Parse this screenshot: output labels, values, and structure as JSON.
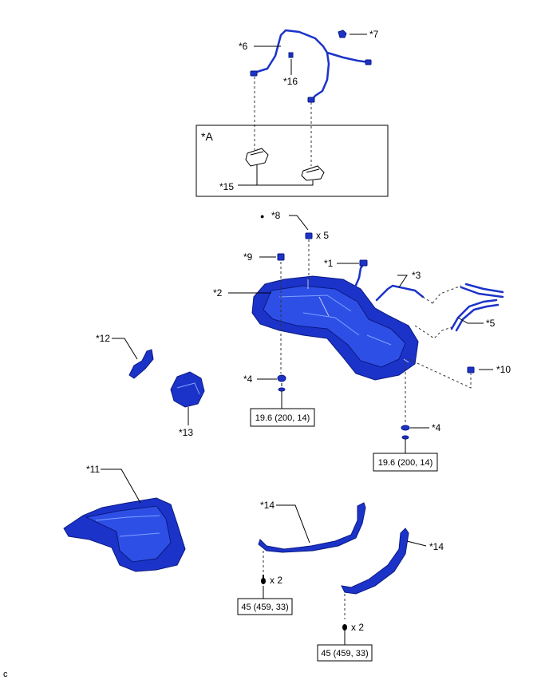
{
  "sub_box_label": "*A",
  "callouts": {
    "c1": "*1",
    "c2": "*2",
    "c3": "*3",
    "c4a": "*4",
    "c4b": "*4",
    "c5": "*5",
    "c6": "*6",
    "c7": "*7",
    "c8": "*8",
    "c9": "*9",
    "c10": "*10",
    "c11": "*11",
    "c12": "*12",
    "c13": "*13",
    "c14a": "*14",
    "c14b": "*14",
    "c15": "*15",
    "c16": "*16"
  },
  "quantities": {
    "q8": "x 5",
    "q14a": "x 2",
    "q14b": "x 2"
  },
  "torques": {
    "t4a": "19.6 (200, 14)",
    "t4b": "19.6 (200, 14)",
    "t14a": "45 (459, 33)",
    "t14b": "45 (459, 33)"
  },
  "non_reusable_mark": "●",
  "corner_code": "c",
  "colors": {
    "part_blue": "#1c33c9",
    "leader": "#000000"
  }
}
